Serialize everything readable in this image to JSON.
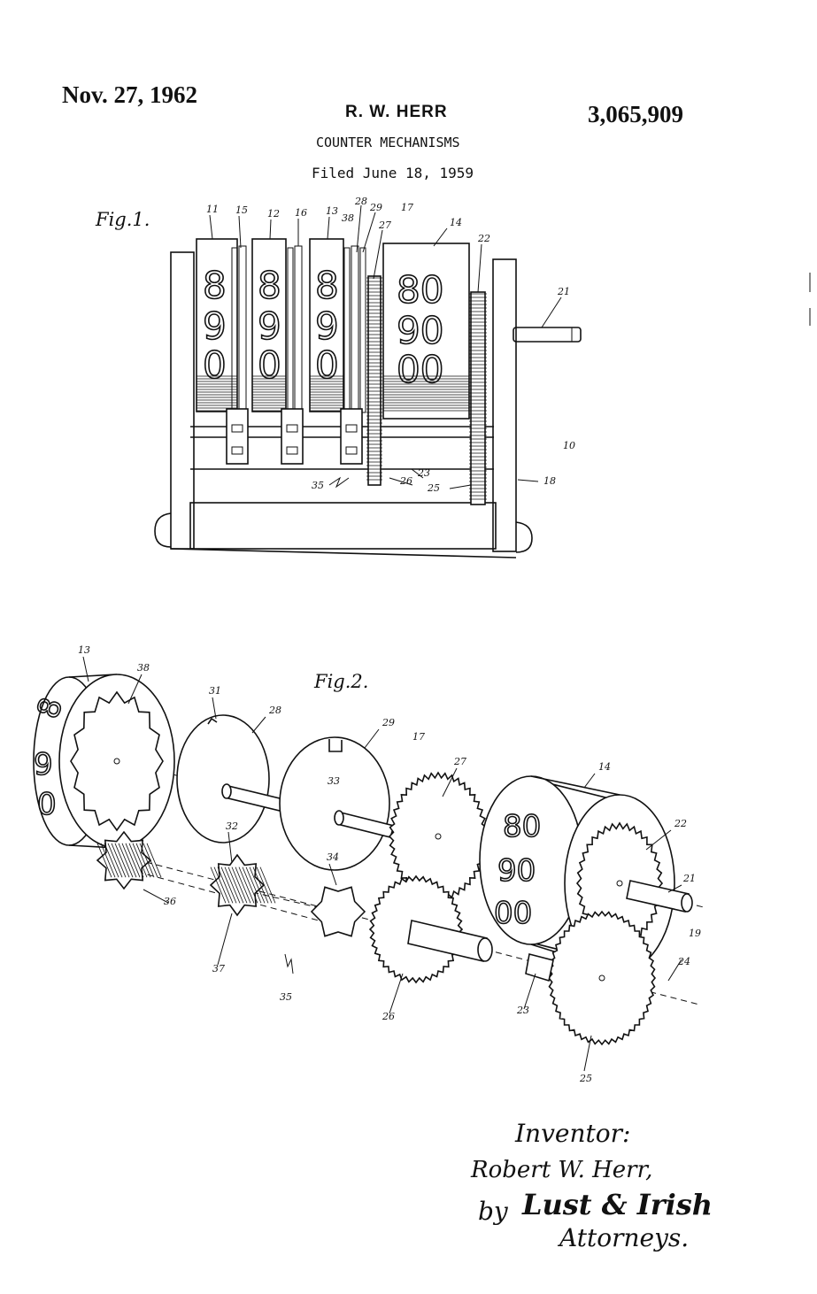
{
  "header": {
    "date": "Nov. 27, 1962",
    "inventor": "R. W. HERR",
    "patent_number": "3,065,909",
    "title": "COUNTER MECHANISMS",
    "filed": "Filed June 18, 1959"
  },
  "figures": {
    "fig1": {
      "label": "Fig.1.",
      "digits": {
        "wheel_11": [
          "8",
          "9",
          "0"
        ],
        "wheel_12": [
          "8",
          "9",
          "0"
        ],
        "wheel_13": [
          "8",
          "9",
          "0"
        ],
        "wheel_14": [
          "80",
          "90",
          "00"
        ]
      },
      "refs": [
        "11",
        "15",
        "12",
        "16",
        "13",
        "38",
        "28",
        "29",
        "17",
        "27",
        "14",
        "22",
        "21",
        "10",
        "18",
        "25",
        "23",
        "26",
        "35"
      ]
    },
    "fig2": {
      "label": "Fig.2.",
      "digits": {
        "wheel_13": [
          "8",
          "9",
          "0"
        ],
        "wheel_14": [
          "80",
          "90",
          "00"
        ]
      },
      "refs": [
        "13",
        "38",
        "31",
        "28",
        "29",
        "17",
        "27",
        "14",
        "22",
        "21",
        "19",
        "24",
        "23",
        "25",
        "26",
        "34",
        "33",
        "32",
        "36",
        "37",
        "35"
      ]
    }
  },
  "signature": {
    "line1": "Inventor:",
    "line2": "Robert W. Herr,",
    "line3_prefix": "by",
    "line3_name": "Lust & Irish",
    "line4": "Attorneys."
  },
  "colors": {
    "ink": "#111111",
    "paper": "#ffffff"
  }
}
